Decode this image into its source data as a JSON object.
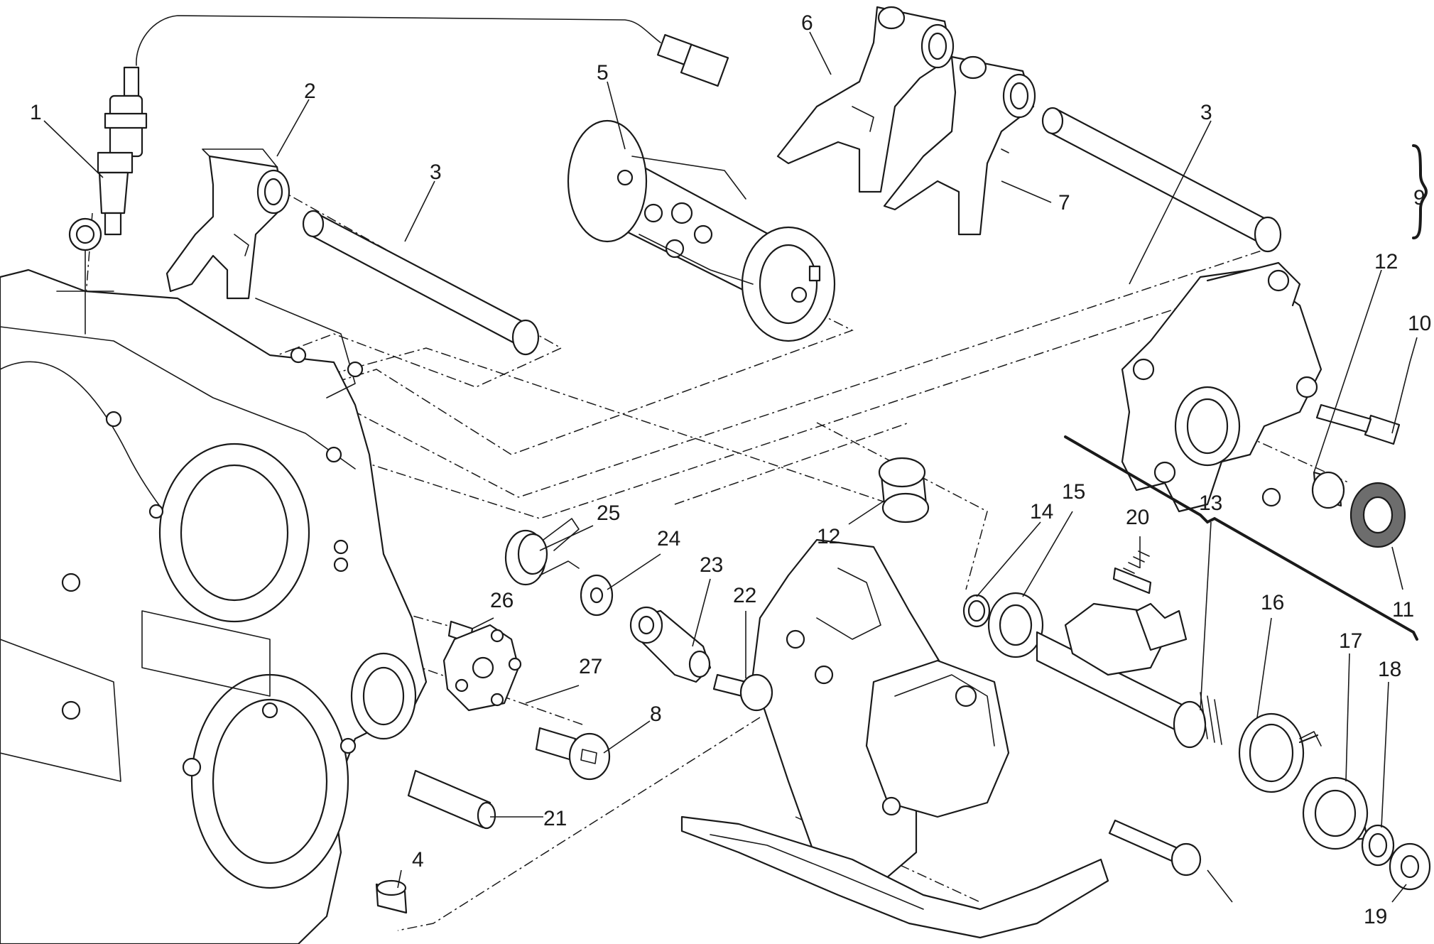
{
  "labels": [
    {
      "id": "1",
      "text": "1"
    },
    {
      "id": "2",
      "text": "2"
    },
    {
      "id": "3a",
      "text": "3"
    },
    {
      "id": "3b",
      "text": "3"
    },
    {
      "id": "4",
      "text": "4"
    },
    {
      "id": "5",
      "text": "5"
    },
    {
      "id": "6",
      "text": "6"
    },
    {
      "id": "7",
      "text": "7"
    },
    {
      "id": "8",
      "text": "8"
    },
    {
      "id": "9",
      "text": "9"
    },
    {
      "id": "10",
      "text": "10"
    },
    {
      "id": "11",
      "text": "11"
    },
    {
      "id": "12a",
      "text": "12"
    },
    {
      "id": "12b",
      "text": "12"
    },
    {
      "id": "13",
      "text": "13"
    },
    {
      "id": "14",
      "text": "14"
    },
    {
      "id": "15",
      "text": "15"
    },
    {
      "id": "16",
      "text": "16"
    },
    {
      "id": "17",
      "text": "17"
    },
    {
      "id": "18",
      "text": "18"
    },
    {
      "id": "19",
      "text": "19"
    },
    {
      "id": "20",
      "text": "20"
    },
    {
      "id": "21",
      "text": "21"
    },
    {
      "id": "22",
      "text": "22"
    },
    {
      "id": "23",
      "text": "23"
    },
    {
      "id": "24",
      "text": "24"
    },
    {
      "id": "25",
      "text": "25"
    },
    {
      "id": "26",
      "text": "26"
    },
    {
      "id": "27",
      "text": "27"
    }
  ]
}
